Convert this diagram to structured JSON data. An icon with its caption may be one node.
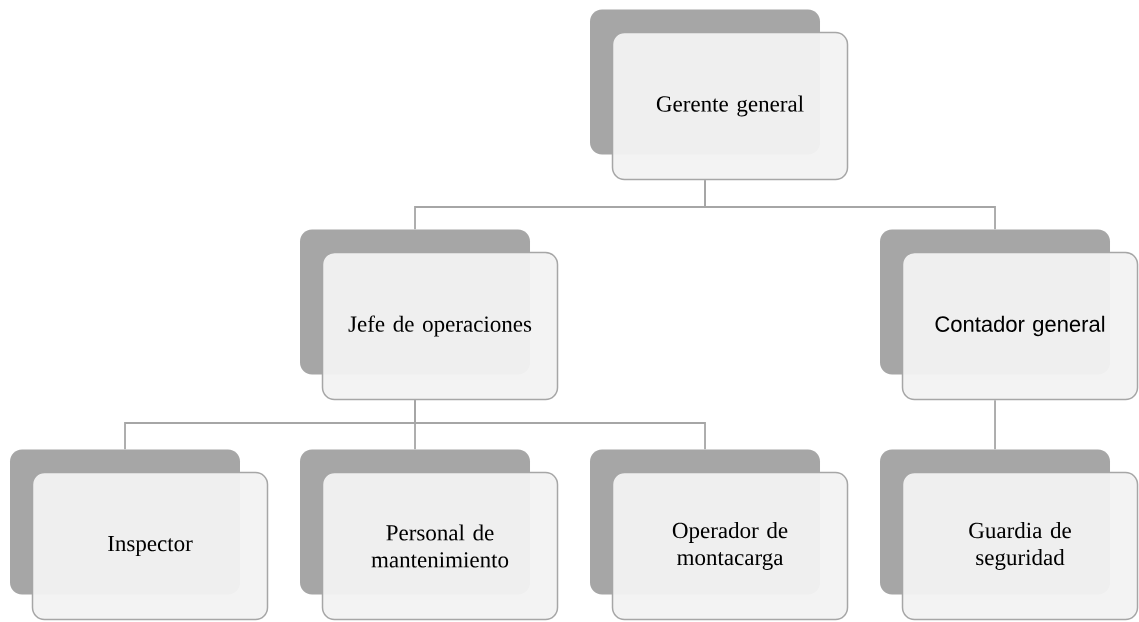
{
  "diagram": {
    "nodes": [
      {
        "text": [
          "Gerente general"
        ]
      },
      {
        "text": [
          "Jefe de operaciones"
        ]
      },
      {
        "text": [
          "Contador general"
        ]
      },
      {
        "text": [
          "Inspector"
        ]
      },
      {
        "text": [
          "Personal de mantenimiento"
        ]
      },
      {
        "text": [
          "Operador de montacarga"
        ]
      },
      {
        "text": [
          "Guardia de seguridad"
        ]
      }
    ],
    "edges": [
      {
        "from": 0,
        "to": 1,
        "arrow": "none"
      },
      {
        "from": 0,
        "to": 2,
        "arrow": "none"
      },
      {
        "from": 1,
        "to": 3,
        "arrow": "none"
      },
      {
        "from": 1,
        "to": 4,
        "arrow": "none"
      },
      {
        "from": 1,
        "to": 5,
        "arrow": "none"
      },
      {
        "from": 2,
        "to": 6,
        "arrow": "none"
      }
    ]
  }
}
